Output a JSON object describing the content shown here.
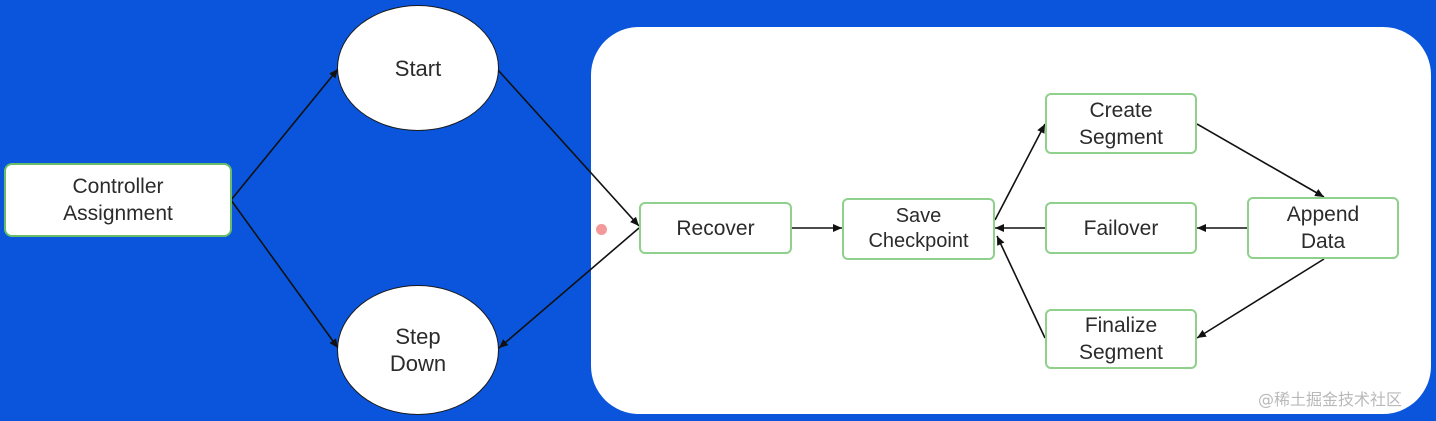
{
  "nodes": {
    "controller": "Controller\nAssignment",
    "start": "Start",
    "step_down": "Step\nDown",
    "recover": "Recover",
    "save_checkpoint": "Save\nCheckpoint",
    "create_segment": "Create\nSegment",
    "failover": "Failover",
    "append_data": "Append\nData",
    "finalize_segment": "Finalize\nSegment"
  },
  "watermark": "@稀土掘金技术社区",
  "colors": {
    "background": "#0a55dc",
    "panel": "#ffffff",
    "node_border": "#8fd08c",
    "arrow": "#111111"
  }
}
